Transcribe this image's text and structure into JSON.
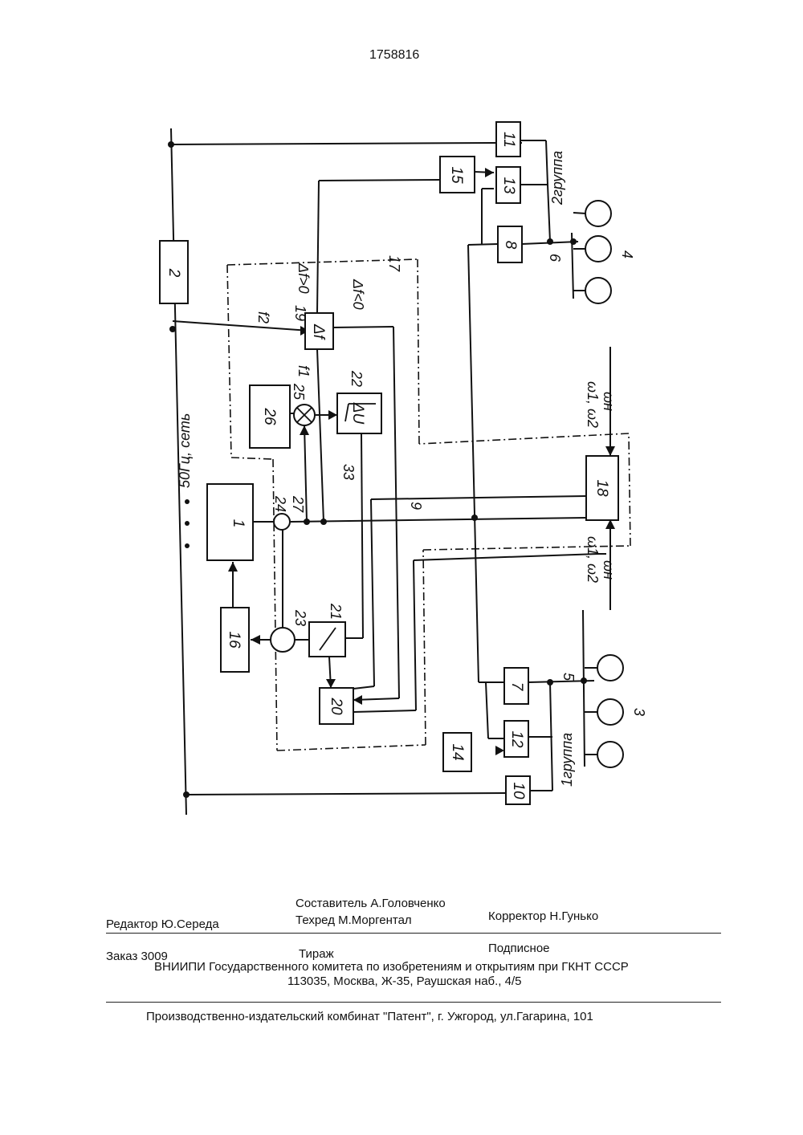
{
  "patent_number": "1758816",
  "diagram": {
    "blocks": {
      "b1": "1",
      "b2": "2",
      "b7": "7",
      "b8": "8",
      "b10": "10",
      "b11": "11",
      "b12": "12",
      "b13": "13",
      "b14": "14",
      "b15": "15",
      "b16": "16",
      "b18": "18",
      "b19": "Δf",
      "b20": "20",
      "b21": "21",
      "b22": "ΔU",
      "b26": "26"
    },
    "labels": {
      "network": "50Гц, сеть",
      "group1": "1группа",
      "group2": "2группа",
      "n3": "3",
      "n4": "4",
      "n5": "5",
      "n6": "6",
      "n9": "9",
      "n17": "17",
      "n19": "19",
      "n21": "21",
      "n22": "22",
      "n23": "23",
      "n24": "24",
      "n25": "25",
      "n27": "27",
      "n33": "33",
      "f1": "f1",
      "f2": "f2",
      "df_pos": "Δf>0",
      "df_neg": "Δf<0",
      "omega_top_1": "ω1, ω2",
      "omega_top_2": "ωн",
      "omega_bot_1": "ω1, ω2",
      "omega_bot_2": "ωн"
    }
  },
  "footer": {
    "compiler": "Составитель А.Головченко",
    "editor": "Редактор Ю.Середа",
    "techred": "Техред М.Моргентал",
    "corrector": "Корректор Н.Гунько",
    "order": "Заказ 3009",
    "circulation": "Тираж",
    "subscription": "Подписное",
    "org_line": "ВНИИПИ Государственного комитета по изобретениям и открытиям при ГКНТ СССР",
    "address": "113035, Москва, Ж-35, Раушская наб., 4/5",
    "printer": "Производственно-издательский комбинат \"Патент\", г. Ужгород, ул.Гагарина, 101"
  }
}
